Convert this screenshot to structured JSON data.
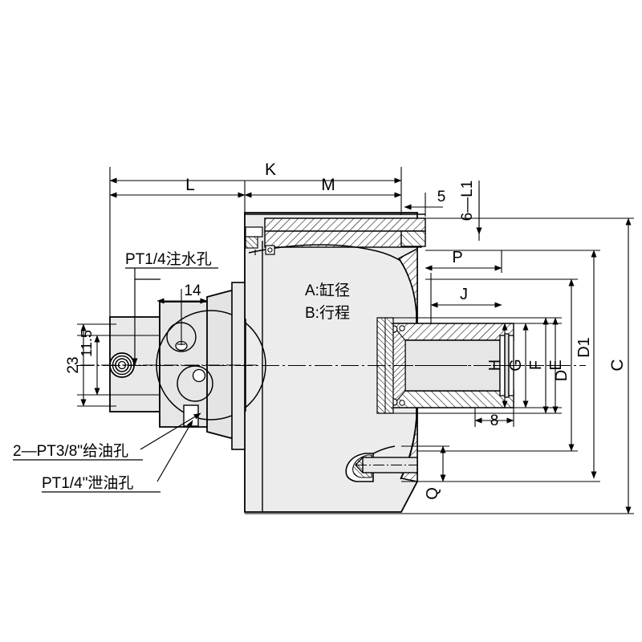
{
  "drawing": {
    "title": "Hydraulic Rotary Cylinder Sectional Assembly Drawing",
    "type": "engineering-section-view",
    "units": "mm",
    "line_color": "#000000",
    "fill_light": "#ececec",
    "fill_mid": "#e2e2e2",
    "fill_white": "#ffffff"
  },
  "notes": {
    "bore": "A:缸径",
    "stroke": "B:行程"
  },
  "callouts": [
    {
      "id": "water-port",
      "text": "PT1/4注水孔"
    },
    {
      "id": "oil-supply",
      "text": "2—PT3/8\"给油孔"
    },
    {
      "id": "oil-drain",
      "text": "PT1/4\"泄油孔"
    }
  ],
  "dimensions": {
    "horizontal_top": [
      {
        "id": "K",
        "label": "K"
      },
      {
        "id": "L",
        "label": "L"
      },
      {
        "id": "M",
        "label": "M"
      },
      {
        "id": "5",
        "label": "5"
      },
      {
        "id": "6L1",
        "label": "6—L1"
      }
    ],
    "horizontal_mid": [
      {
        "id": "P",
        "label": "P"
      },
      {
        "id": "J",
        "label": "J"
      },
      {
        "id": "14",
        "label": "14"
      },
      {
        "id": "8",
        "label": "8"
      }
    ],
    "vertical_left": [
      {
        "id": "11_5",
        "label": "11.5"
      },
      {
        "id": "23",
        "label": "23"
      }
    ],
    "vertical_right": [
      {
        "id": "H",
        "label": "H"
      },
      {
        "id": "G",
        "label": "G"
      },
      {
        "id": "F",
        "label": "F"
      },
      {
        "id": "E",
        "label": "E"
      },
      {
        "id": "D",
        "label": "D"
      },
      {
        "id": "D1",
        "label": "D1"
      },
      {
        "id": "C",
        "label": "C"
      },
      {
        "id": "Q",
        "label": "Q"
      }
    ]
  }
}
